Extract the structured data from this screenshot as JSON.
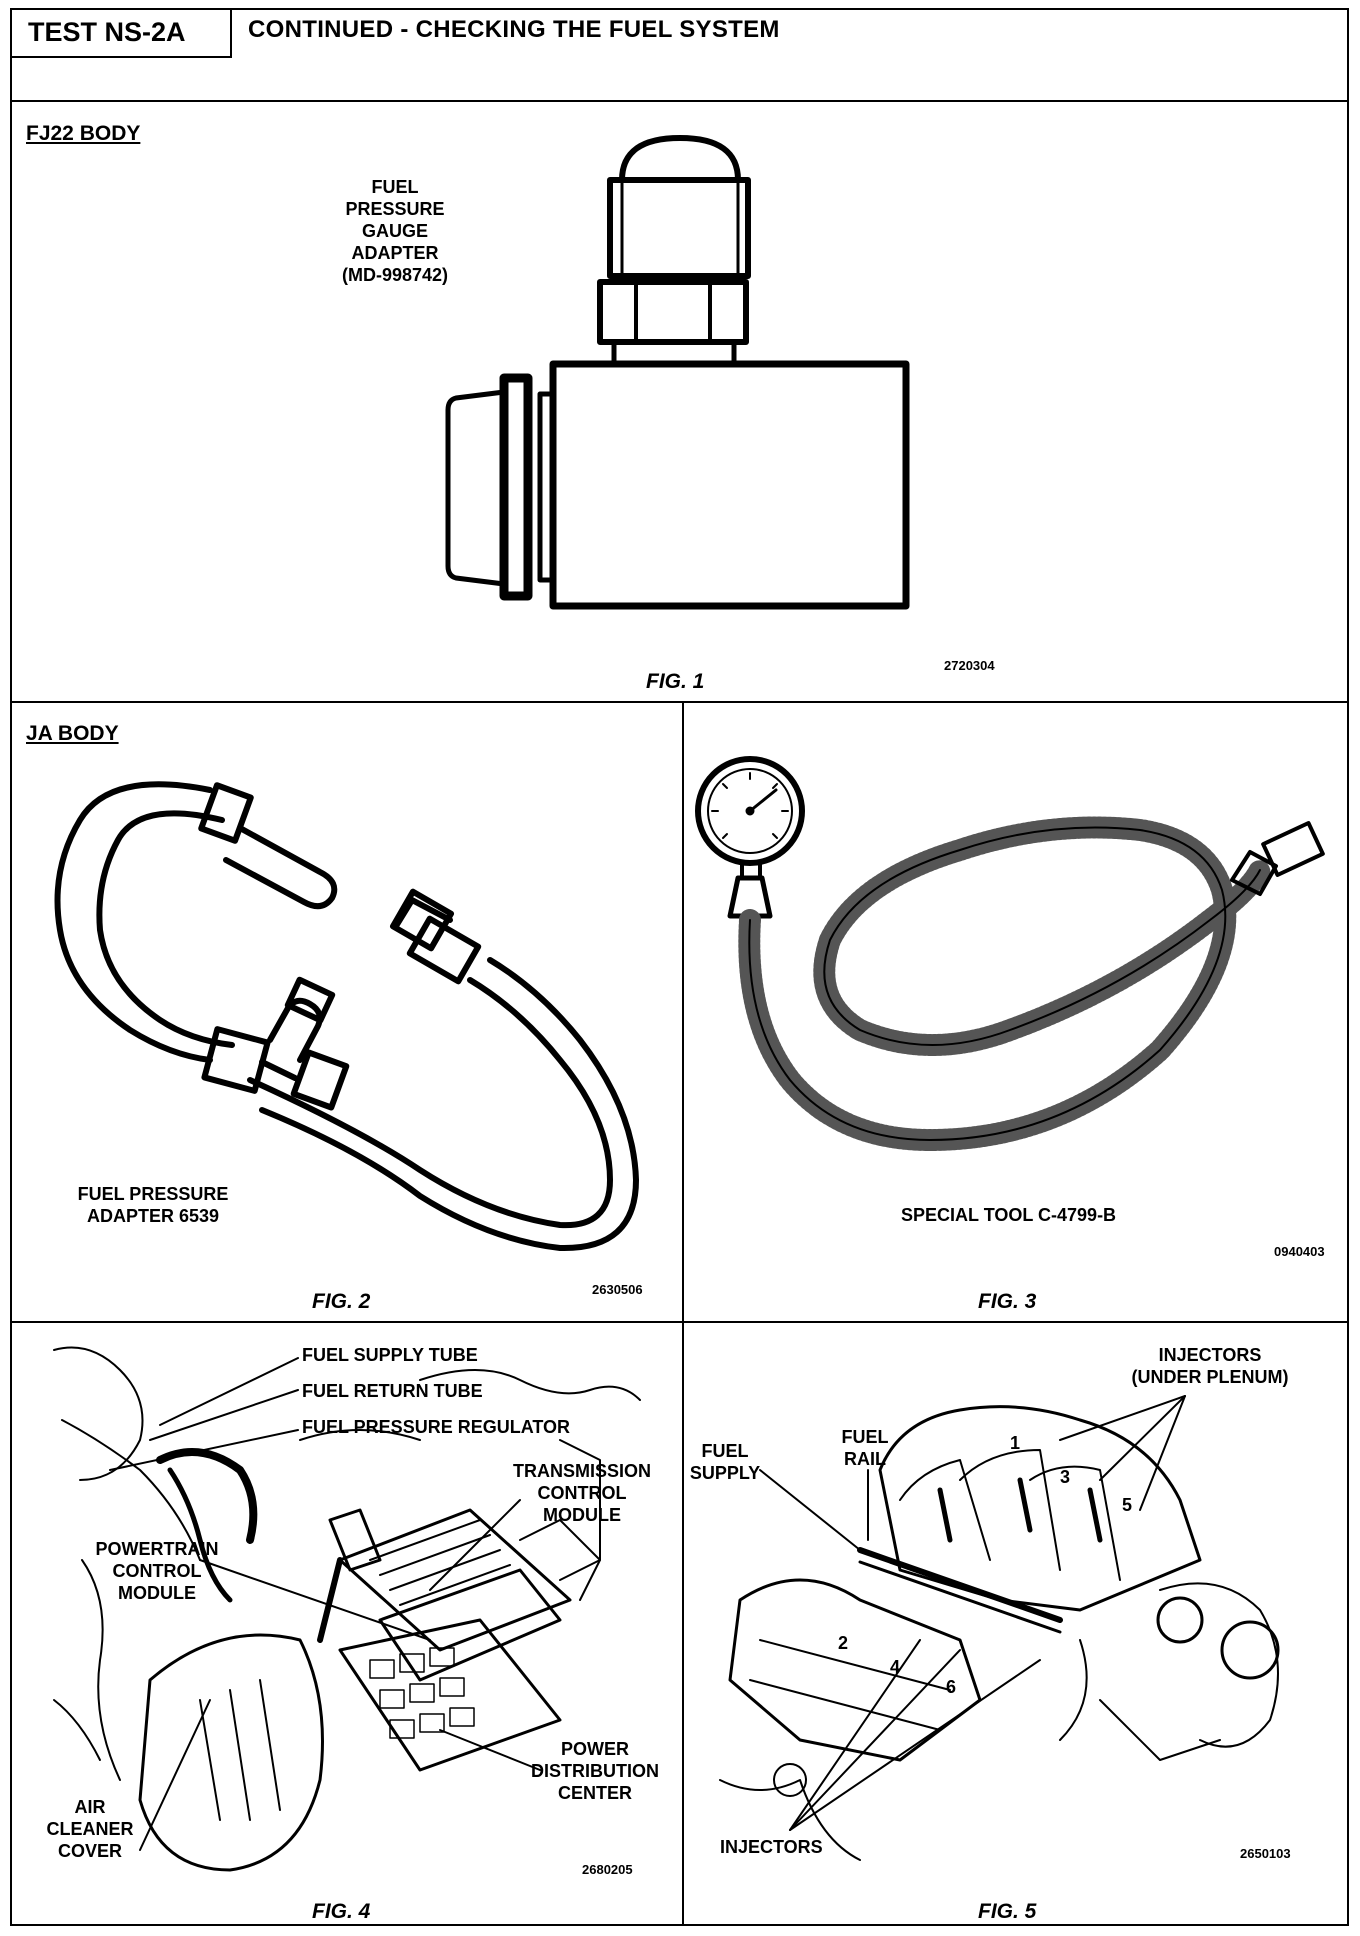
{
  "header": {
    "test_id": "TEST NS-2A",
    "title": "CONTINUED -  CHECKING THE FUEL SYSTEM"
  },
  "section1": {
    "label": "FJ22 BODY",
    "callout": [
      "FUEL",
      "PRESSURE",
      "GAUGE",
      "ADAPTER",
      "(MD-998742)"
    ],
    "figure": "FIG. 1",
    "code": "2720304"
  },
  "section2": {
    "label": "JA BODY",
    "fig2": {
      "callout": [
        "FUEL PRESSURE",
        "ADAPTER 6539"
      ],
      "figure": "FIG. 2",
      "code": "2630506"
    },
    "fig3": {
      "callout": "SPECIAL TOOL C-4799-B",
      "figure": "FIG. 3",
      "code": "0940403"
    }
  },
  "section3": {
    "fig4": {
      "callouts": {
        "supply": "FUEL SUPPLY TUBE",
        "return": "FUEL RETURN TUBE",
        "regulator": "FUEL PRESSURE REGULATOR",
        "tcm": [
          "TRANSMISSION",
          "CONTROL",
          "MODULE"
        ],
        "pcm": [
          "POWERTRAIN",
          "CONTROL",
          "MODULE"
        ],
        "air": [
          "AIR",
          "CLEANER",
          "COVER"
        ],
        "pdc": [
          "POWER",
          "DISTRIBUTION",
          "CENTER"
        ]
      },
      "figure": "FIG. 4",
      "code": "2680205"
    },
    "fig5": {
      "callouts": {
        "injectors_top": [
          "INJECTORS",
          "(UNDER PLENUM)"
        ],
        "fuel_supply": [
          "FUEL",
          "SUPPLY"
        ],
        "fuel_rail": [
          "FUEL",
          "RAIL"
        ],
        "injectors_bottom": "INJECTORS",
        "cyl1": "1",
        "cyl3": "3",
        "cyl5": "5",
        "cyl2": "2",
        "cyl4": "4",
        "cyl6": "6"
      },
      "figure": "FIG. 5",
      "code": "2650103"
    }
  }
}
